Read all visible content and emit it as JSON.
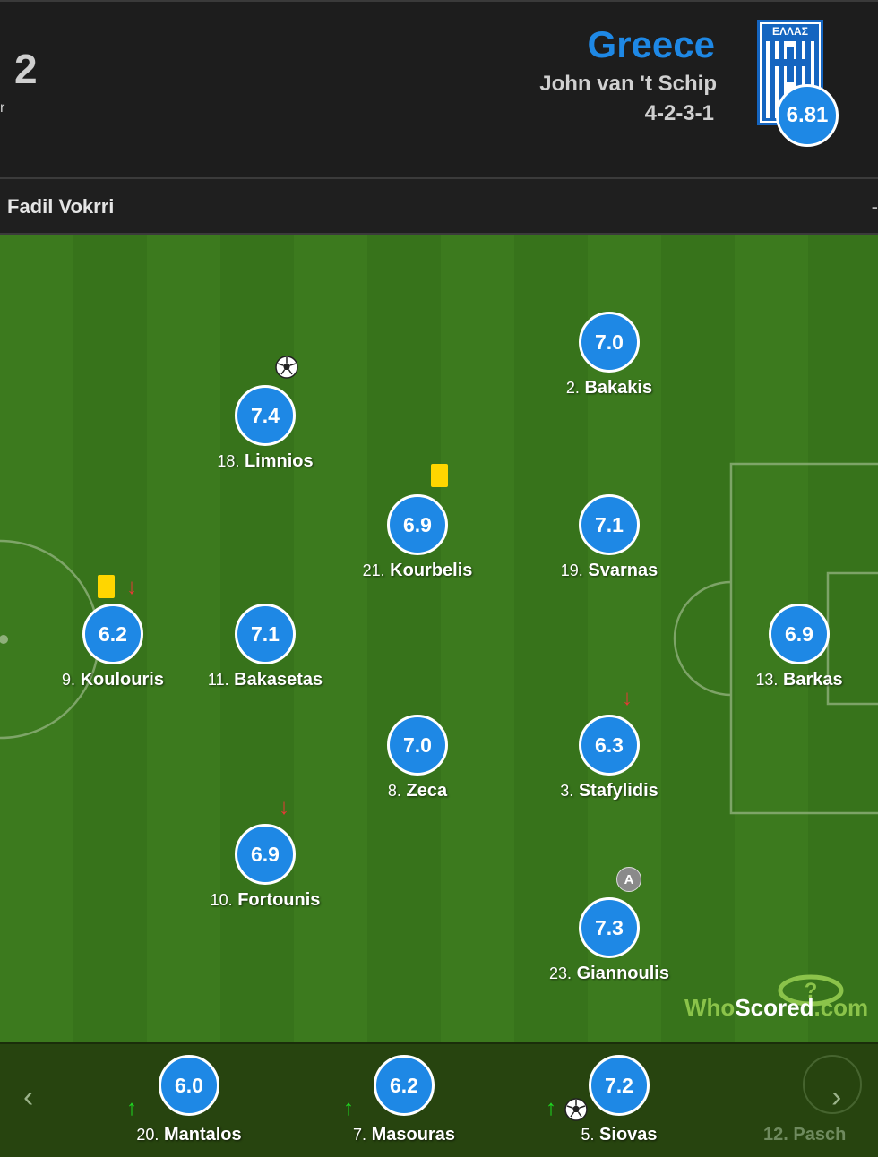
{
  "header": {
    "other_score": "2",
    "other_sub": "r",
    "team_name": "Greece",
    "manager": "John van 't Schip",
    "formation": "4-2-3-1",
    "team_rating": "6.81",
    "crest_text": "ΕΛΛΑΣ"
  },
  "referee": {
    "name": "Fadil Vokrri",
    "right_mark": "-"
  },
  "players": [
    {
      "num": "2.",
      "name": "Bakakis",
      "rating": "7.0"
    },
    {
      "num": "18.",
      "name": "Limnios",
      "rating": "7.4"
    },
    {
      "num": "21.",
      "name": "Kourbelis",
      "rating": "6.9"
    },
    {
      "num": "19.",
      "name": "Svarnas",
      "rating": "7.1"
    },
    {
      "num": "9.",
      "name": "Koulouris",
      "rating": "6.2"
    },
    {
      "num": "11.",
      "name": "Bakasetas",
      "rating": "7.1"
    },
    {
      "num": "13.",
      "name": "Barkas",
      "rating": "6.9"
    },
    {
      "num": "8.",
      "name": "Zeca",
      "rating": "7.0"
    },
    {
      "num": "3.",
      "name": "Stafylidis",
      "rating": "6.3"
    },
    {
      "num": "10.",
      "name": "Fortounis",
      "rating": "6.9"
    },
    {
      "num": "23.",
      "name": "Giannoulis",
      "rating": "7.3"
    }
  ],
  "captain_label": "A",
  "watermark": {
    "part1": "Who",
    "part2": "Scored",
    "part3": ".com"
  },
  "subs": [
    {
      "num": "20.",
      "name": "Mantalos",
      "rating": "6.0"
    },
    {
      "num": "7.",
      "name": "Masouras",
      "rating": "6.2"
    },
    {
      "num": "5.",
      "name": "Siovas",
      "rating": "7.2"
    }
  ],
  "sub_partial": {
    "name": "12. Pasch"
  },
  "nav": {
    "prev": "‹",
    "next": "›"
  },
  "icons": {
    "goal": "soccer-ball-icon",
    "card": "yellow-card-icon",
    "subbed_off": "arrow-down-icon",
    "subbed_on": "arrow-up-icon"
  },
  "colors": {
    "accent": "#1e88e5",
    "yellow_card": "#ffd600",
    "sub_off": "#e53935",
    "sub_on": "#1ed820"
  }
}
